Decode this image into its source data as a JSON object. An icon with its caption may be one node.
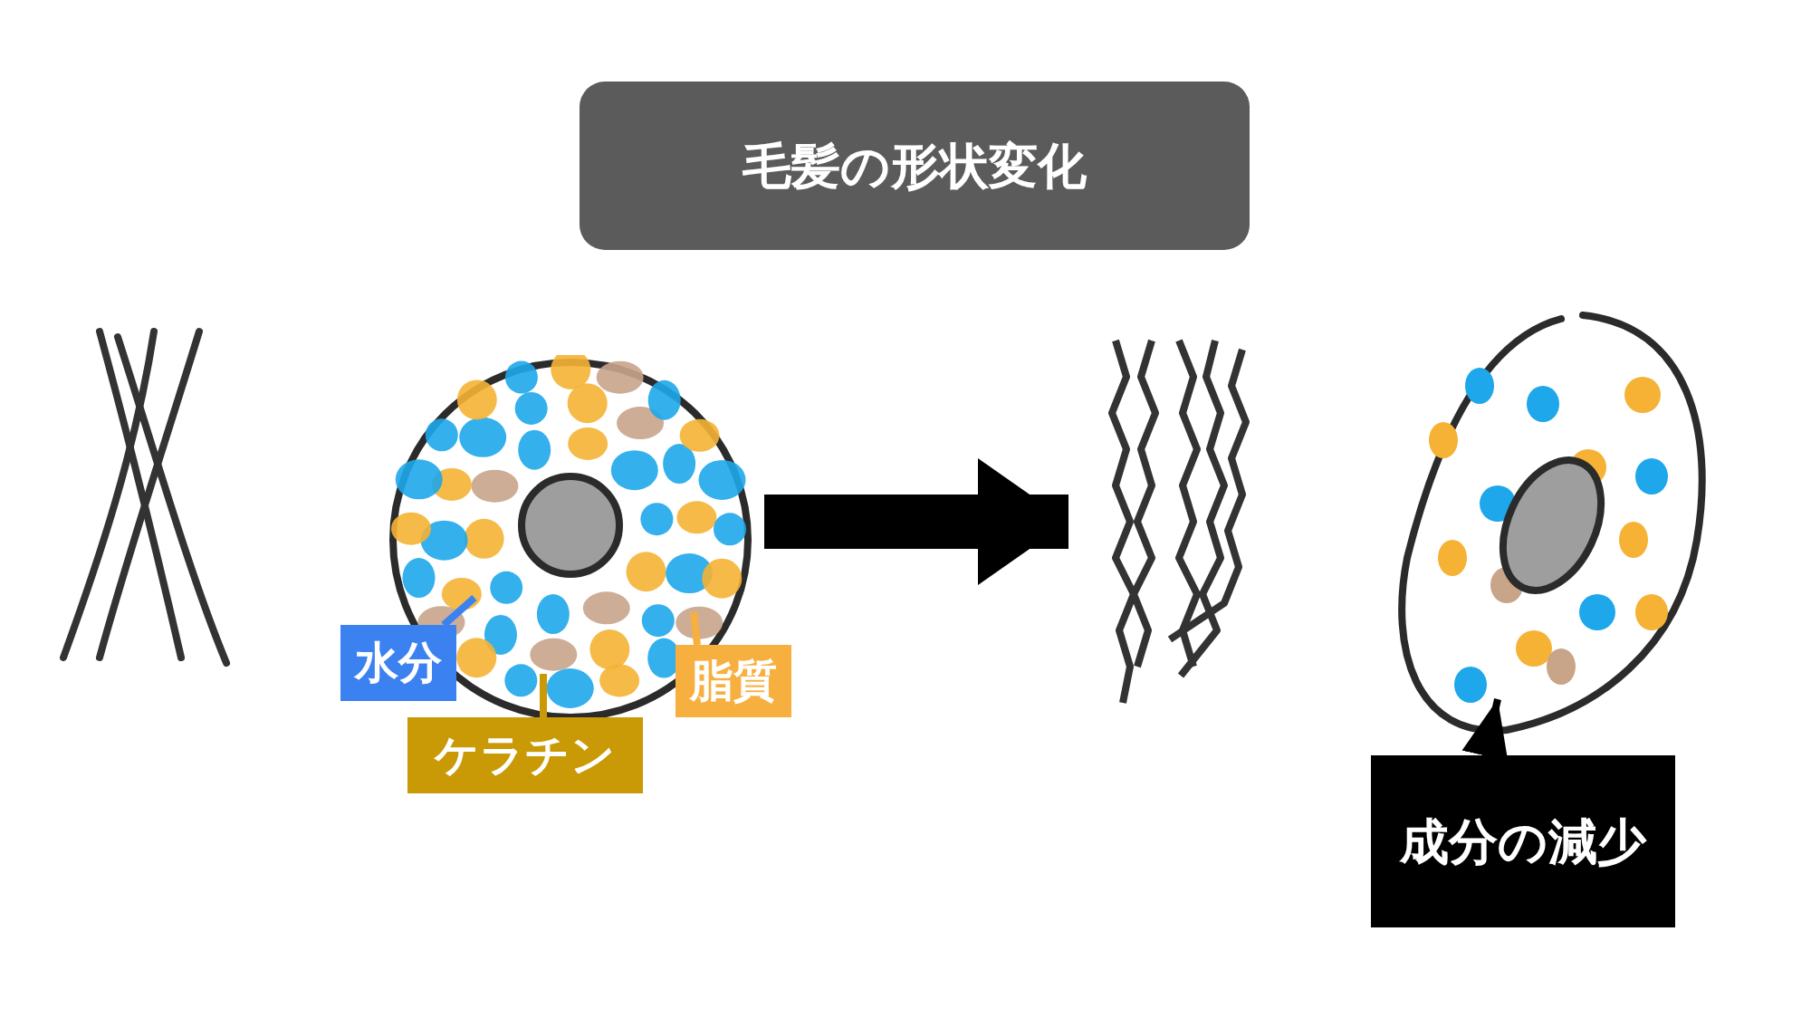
{
  "diagram": {
    "title": "毛髪の形状変化",
    "nodes": [
      {
        "text": [],
        "shape": "picture"
      },
      {
        "text": [],
        "shape": "picture"
      },
      {
        "text": [],
        "shape": "picture"
      },
      {
        "text": [],
        "shape": "picture"
      },
      {
        "text": [
          "水分"
        ]
      },
      {
        "text": [
          "ケラチン"
        ]
      },
      {
        "text": [
          "脂質"
        ]
      },
      {
        "text": [
          "成分の減少"
        ]
      }
    ],
    "edges": [
      {
        "from": 1,
        "to": 2,
        "arrow": "to",
        "style": "thick"
      },
      {
        "from": 4,
        "to": 1,
        "arrow": "none",
        "color": "#3b82f0"
      },
      {
        "from": 5,
        "to": 1,
        "arrow": "none",
        "color": "#c99a06"
      },
      {
        "from": 6,
        "to": 1,
        "arrow": "none",
        "color": "#f7b040"
      },
      {
        "from": 7,
        "to": 3,
        "arrow": "to"
      }
    ]
  }
}
